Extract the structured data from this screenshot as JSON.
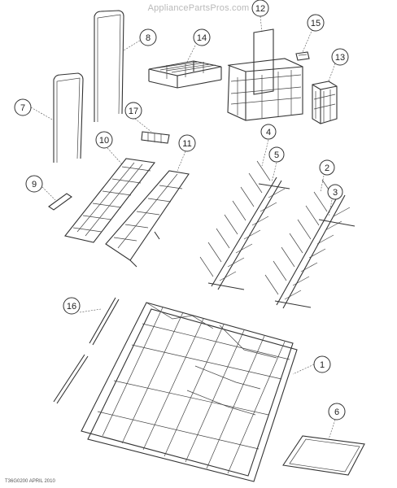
{
  "header": {
    "watermark": "AppliancePartsPros.com"
  },
  "footer": {
    "code": "T36G0200 APRIL 2010"
  },
  "callouts": [
    {
      "id": "1",
      "label": "1"
    },
    {
      "id": "2",
      "label": "2"
    },
    {
      "id": "3",
      "label": "3"
    },
    {
      "id": "4",
      "label": "4"
    },
    {
      "id": "5",
      "label": "5"
    },
    {
      "id": "6",
      "label": "6"
    },
    {
      "id": "7",
      "label": "7"
    },
    {
      "id": "8",
      "label": "8"
    },
    {
      "id": "9",
      "label": "9"
    },
    {
      "id": "10",
      "label": "10"
    },
    {
      "id": "11",
      "label": "11"
    },
    {
      "id": "12",
      "label": "12"
    },
    {
      "id": "13",
      "label": "13"
    },
    {
      "id": "14",
      "label": "14"
    },
    {
      "id": "15",
      "label": "15"
    },
    {
      "id": "16",
      "label": "16"
    },
    {
      "id": "17",
      "label": "17"
    }
  ]
}
